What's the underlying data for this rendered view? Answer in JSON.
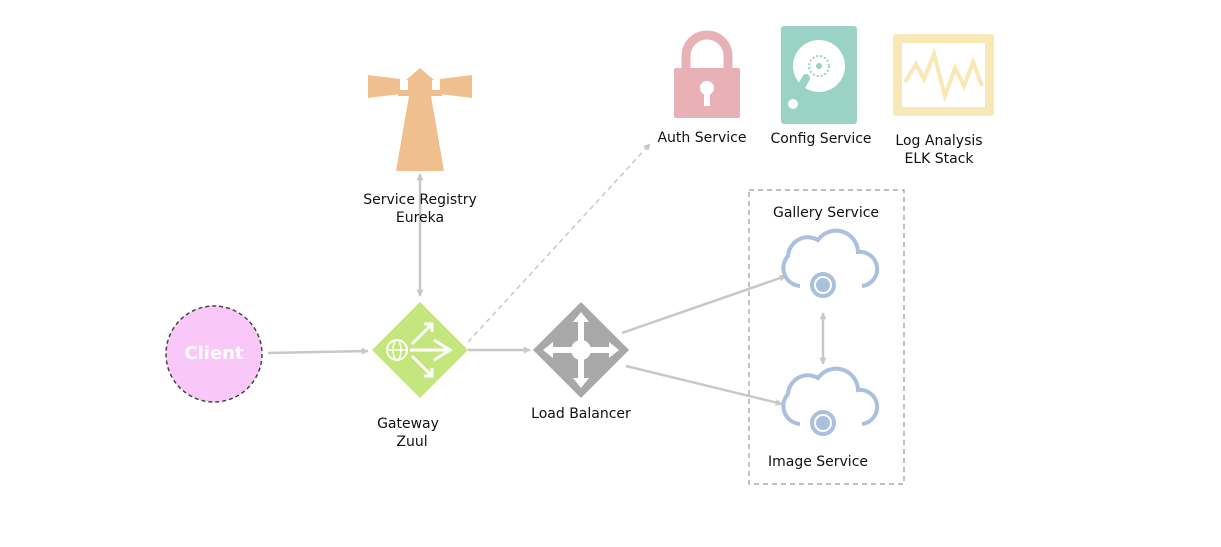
{
  "nodes": {
    "client": {
      "label": "Client"
    },
    "registry": {
      "line1": "Service Registry",
      "line2": "Eureka"
    },
    "gateway": {
      "line1": "Gateway",
      "line2": "Zuul"
    },
    "load_balancer": {
      "label": "Load Balancer"
    },
    "auth": {
      "label": "Auth Service"
    },
    "config": {
      "label": "Config Service"
    },
    "log": {
      "line1": "Log Analysis",
      "line2": "ELK Stack"
    },
    "gallery": {
      "label": "Gallery Service"
    },
    "image": {
      "label": "Image Service"
    }
  },
  "colors": {
    "client_fill": "#f9c8f9",
    "gateway_fill": "#c5e67c",
    "load_balancer_fill": "#a8a8a8",
    "lighthouse_fill": "#f0bf8e",
    "lock_fill": "#e8b1b5",
    "disk_fill": "#9ad3c6",
    "monitor_fill": "#f7e8b6",
    "cloud_stroke": "#a9c1df",
    "connector": "#c8c8c8"
  },
  "icons": [
    "lighthouse-icon",
    "lock-icon",
    "hard-disk-icon",
    "monitor-chart-icon",
    "gateway-icon",
    "load-balancer-icon",
    "cloud-service-icon"
  ]
}
